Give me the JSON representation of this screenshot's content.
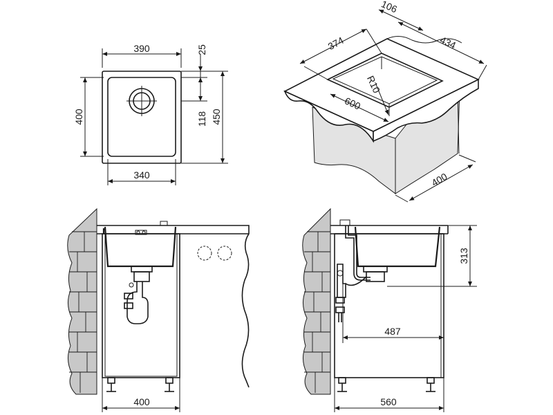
{
  "top_view": {
    "dim_width_outer": "390",
    "dim_width_bowl": "340",
    "dim_height_bowl": "400",
    "dim_height_outer": "450",
    "dim_rim_offset": "25",
    "dim_drain_offset": "118"
  },
  "iso_view": {
    "dim_bowl_length": "374",
    "dim_rim_depth": "106",
    "dim_outer_length": "434",
    "dim_radius": "R10",
    "dim_cabinet_width": "600",
    "dim_cabinet_depth": "400"
  },
  "front_view": {
    "dim_cabinet_width": "400"
  },
  "side_view": {
    "dim_bowl_depth": "313",
    "dim_drain_distance": "487",
    "dim_cabinet_depth": "560"
  }
}
